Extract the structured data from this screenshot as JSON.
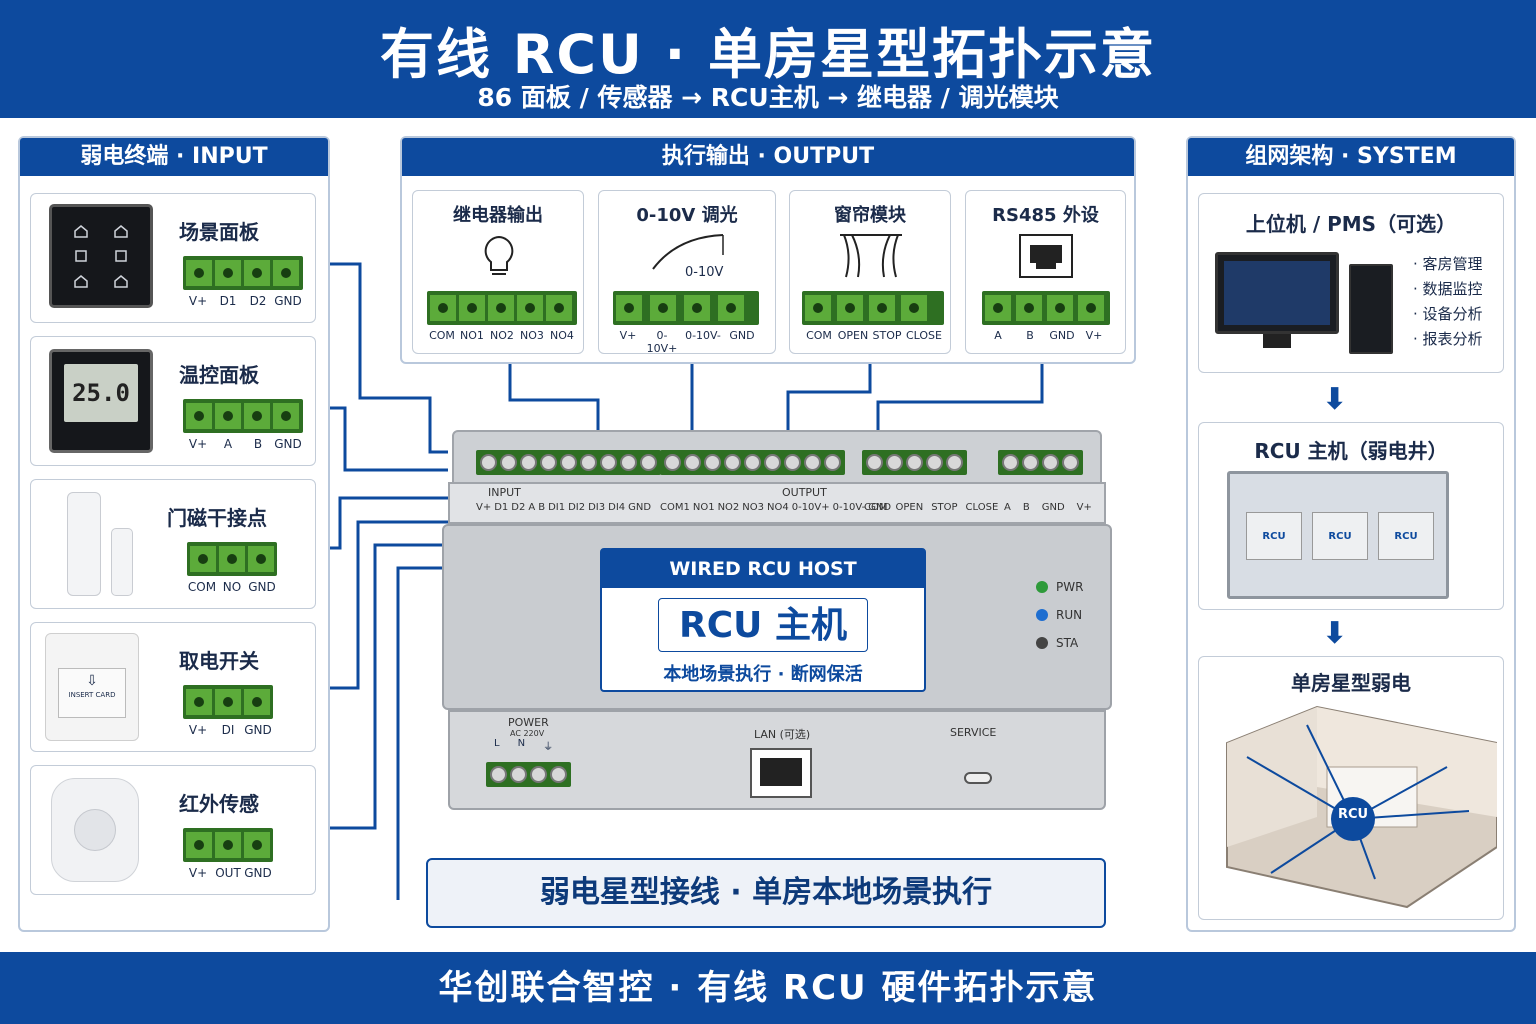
{
  "header": {
    "title": "有线 RCU · 单房星型拓扑示意",
    "subtitle": "86 面板 / 传感器 → RCU主机 → 继电器 / 调光模块"
  },
  "input_panel": {
    "title": "弱电终端 · INPUT",
    "devices": [
      {
        "name": "场景面板",
        "pins": [
          "V+",
          "D1",
          "D2",
          "GND"
        ]
      },
      {
        "name": "温控面板",
        "display": "25.0",
        "pins": [
          "V+",
          "A",
          "B",
          "GND"
        ]
      },
      {
        "name": "门磁干接点",
        "pins": [
          "COM",
          "NO",
          "GND"
        ]
      },
      {
        "name": "取电开关",
        "card_text": "INSERT CARD",
        "pins": [
          "V+",
          "DI",
          "GND"
        ]
      },
      {
        "name": "红外传感",
        "pins": [
          "V+",
          "OUT",
          "GND"
        ]
      }
    ]
  },
  "output_panel": {
    "title": "执行输出 · OUTPUT",
    "modules": [
      {
        "name": "继电器输出",
        "pins": [
          "COM",
          "NO1",
          "NO2",
          "NO3",
          "NO4"
        ]
      },
      {
        "name": "0-10V 调光",
        "curve_label": "0-10V",
        "pins": [
          "V+",
          "0-10V+",
          "0-10V-",
          "GND"
        ]
      },
      {
        "name": "窗帘模块",
        "pins": [
          "COM",
          "OPEN",
          "STOP",
          "CLOSE"
        ]
      },
      {
        "name": "RS485 外设",
        "pins": [
          "A",
          "B",
          "GND",
          "V+"
        ]
      }
    ]
  },
  "system_panel": {
    "title": "组网架构 · SYSTEM",
    "pms": {
      "title": "上位机 / PMS（可选）",
      "bullets": [
        "· 客房管理",
        "· 数据监控",
        "· 设备分析",
        "· 报表分析"
      ]
    },
    "rcu_box": {
      "title": "RCU 主机（弱电井）",
      "module_label": "RCU"
    },
    "room": {
      "title": "单房星型弱电",
      "hub_label": "RCU"
    }
  },
  "host": {
    "top_label": "WIRED RCU HOST",
    "name": "RCU 主机",
    "desc": "本地场景执行 · 断网保活",
    "leds": [
      {
        "label": "PWR",
        "color": "#2e9a3a"
      },
      {
        "label": "RUN",
        "color": "#1e6ed0"
      },
      {
        "label": "STA",
        "color": "#444444"
      }
    ],
    "group_input": "INPUT",
    "group_output": "OUTPUT",
    "input_pins": [
      "V+",
      "D1",
      "D2",
      "A",
      "B",
      "DI1",
      "DI2",
      "DI3",
      "DI4",
      "GND"
    ],
    "output_pins": [
      "COM1",
      "NO1",
      "NO2",
      "NO3",
      "NO4",
      "0-10V+",
      "0-10V-",
      "GND"
    ],
    "curtain_pins": [
      "COM",
      "OPEN",
      "STOP",
      "CLOSE"
    ],
    "rs485_pins": [
      "A",
      "B",
      "GND",
      "V+"
    ],
    "power_label": "POWER",
    "power_sub": "AC 220V",
    "power_pins": [
      "L",
      "N",
      "⏚"
    ],
    "lan_label": "LAN (可选)",
    "service_label": "SERVICE"
  },
  "banner": "弱电星型接线 · 单房本地场景执行",
  "footer": "华创联合智控 · 有线 RCU 硬件拓扑示意",
  "colors": {
    "brand": "#0d4a9e",
    "terminal": "#5cab3a",
    "wire": "#0d4a9e"
  }
}
